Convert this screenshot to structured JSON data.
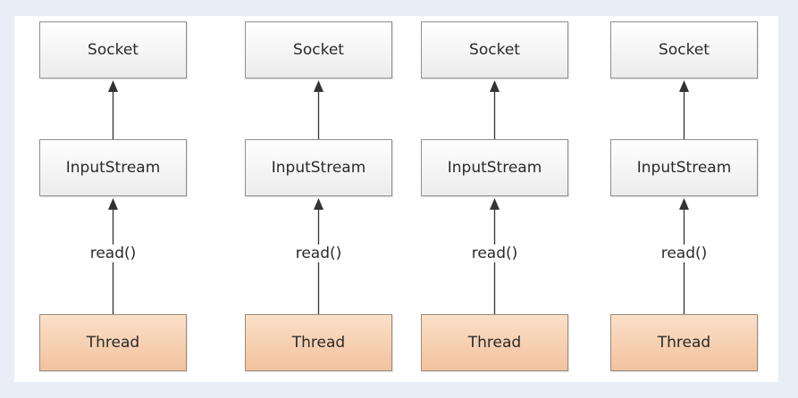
{
  "colors": {
    "background": "#e9eef6",
    "panel": "#ffffff",
    "box_border": "#8e8e8e",
    "thread_fill": "#f4c8a4",
    "line": "#333333"
  },
  "columns": [
    {
      "socket": "Socket",
      "stream": "InputStream",
      "call": "read()",
      "thread": "Thread"
    },
    {
      "socket": "Socket",
      "stream": "InputStream",
      "call": "read()",
      "thread": "Thread"
    },
    {
      "socket": "Socket",
      "stream": "InputStream",
      "call": "read()",
      "thread": "Thread"
    },
    {
      "socket": "Socket",
      "stream": "InputStream",
      "call": "read()",
      "thread": "Thread"
    }
  ]
}
